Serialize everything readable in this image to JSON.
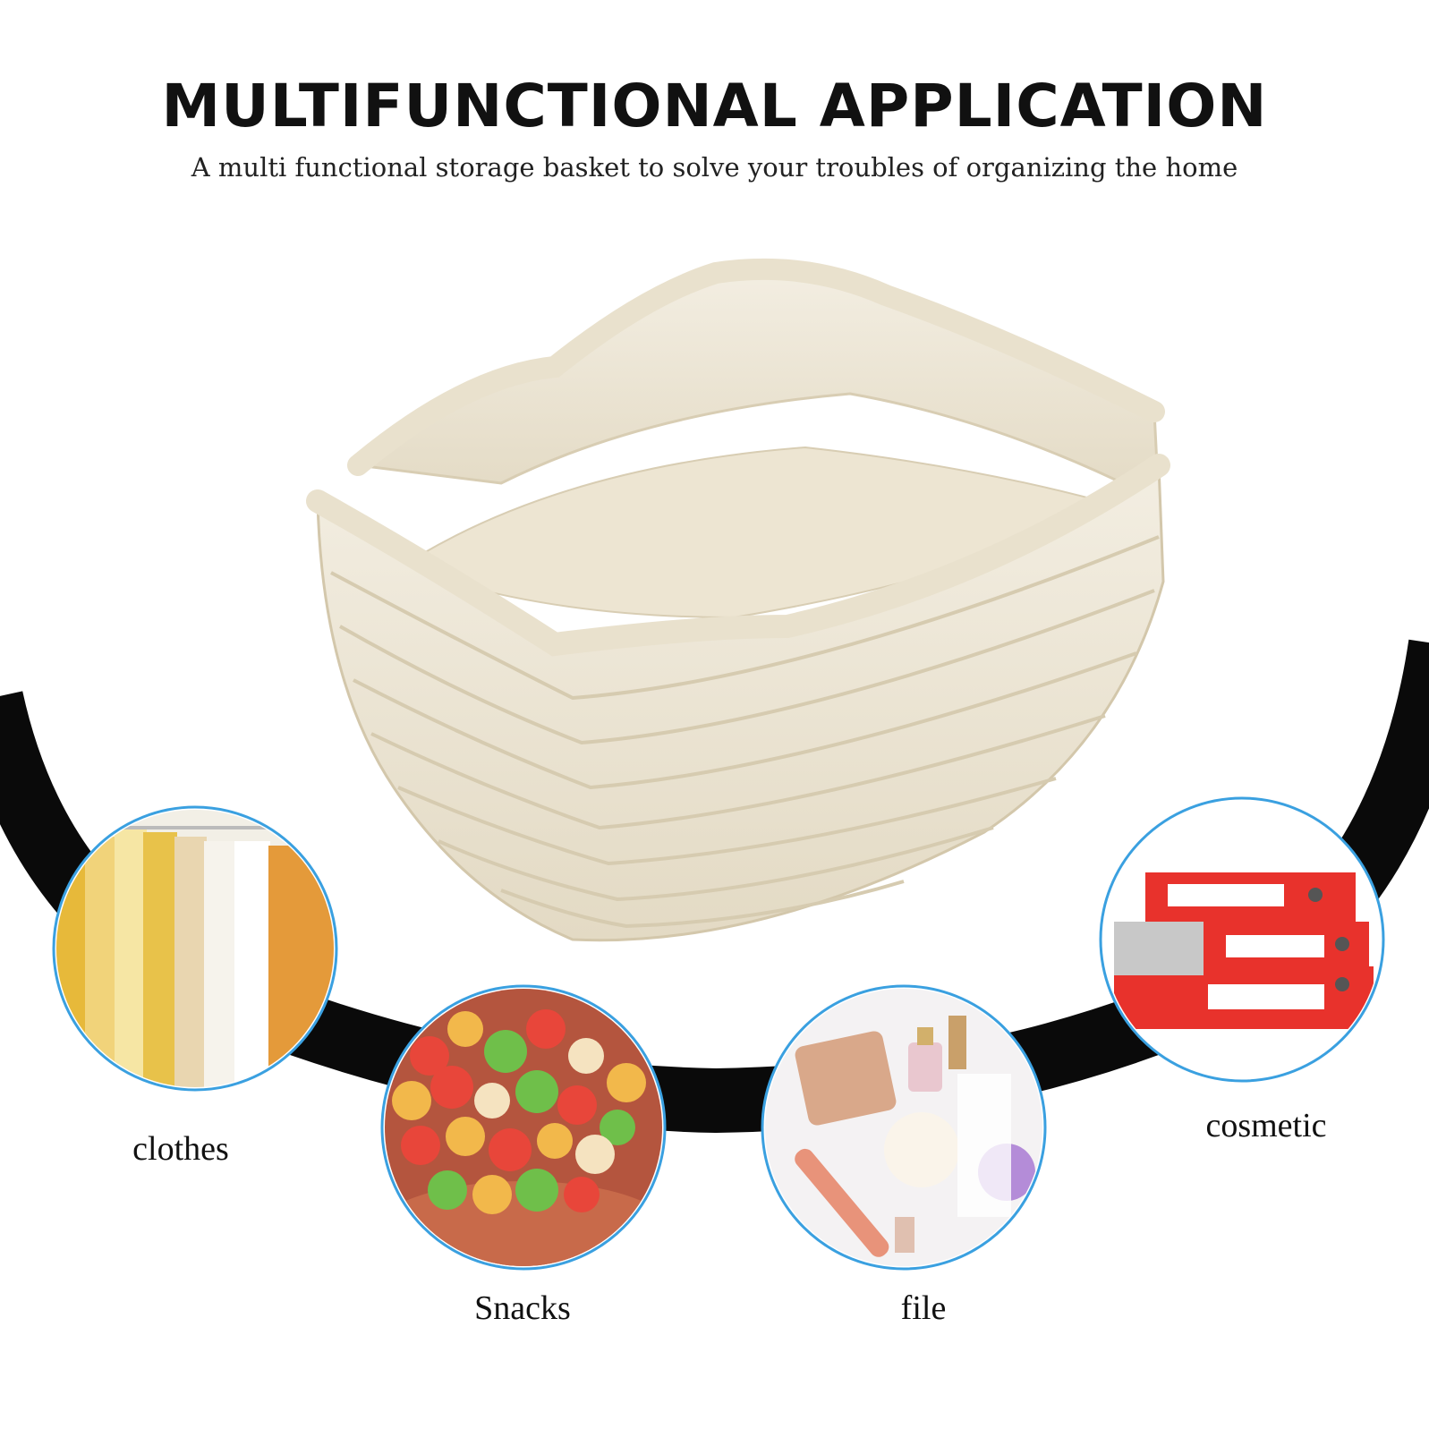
{
  "header": {
    "title": "MULTIFUNCTIONAL APPLICATION",
    "subtitle": "A multi functional storage basket to solve your troubles of organizing the home"
  },
  "product": {
    "image_icon": "woven-cotton-rope-basket",
    "rope_color": "#efe8d8"
  },
  "uses": [
    {
      "label": "clothes",
      "icon": "clothes-rack"
    },
    {
      "label": "Snacks",
      "icon": "popcorn-bowl"
    },
    {
      "label": "file",
      "icon": "cosmetics-flatlay"
    },
    {
      "label": "cosmetic",
      "icon": "binder-stack"
    }
  ],
  "colors": {
    "ring": "#0a0a0a",
    "circle_border": "#3aa0e0",
    "binder_red": "#e8322c"
  }
}
